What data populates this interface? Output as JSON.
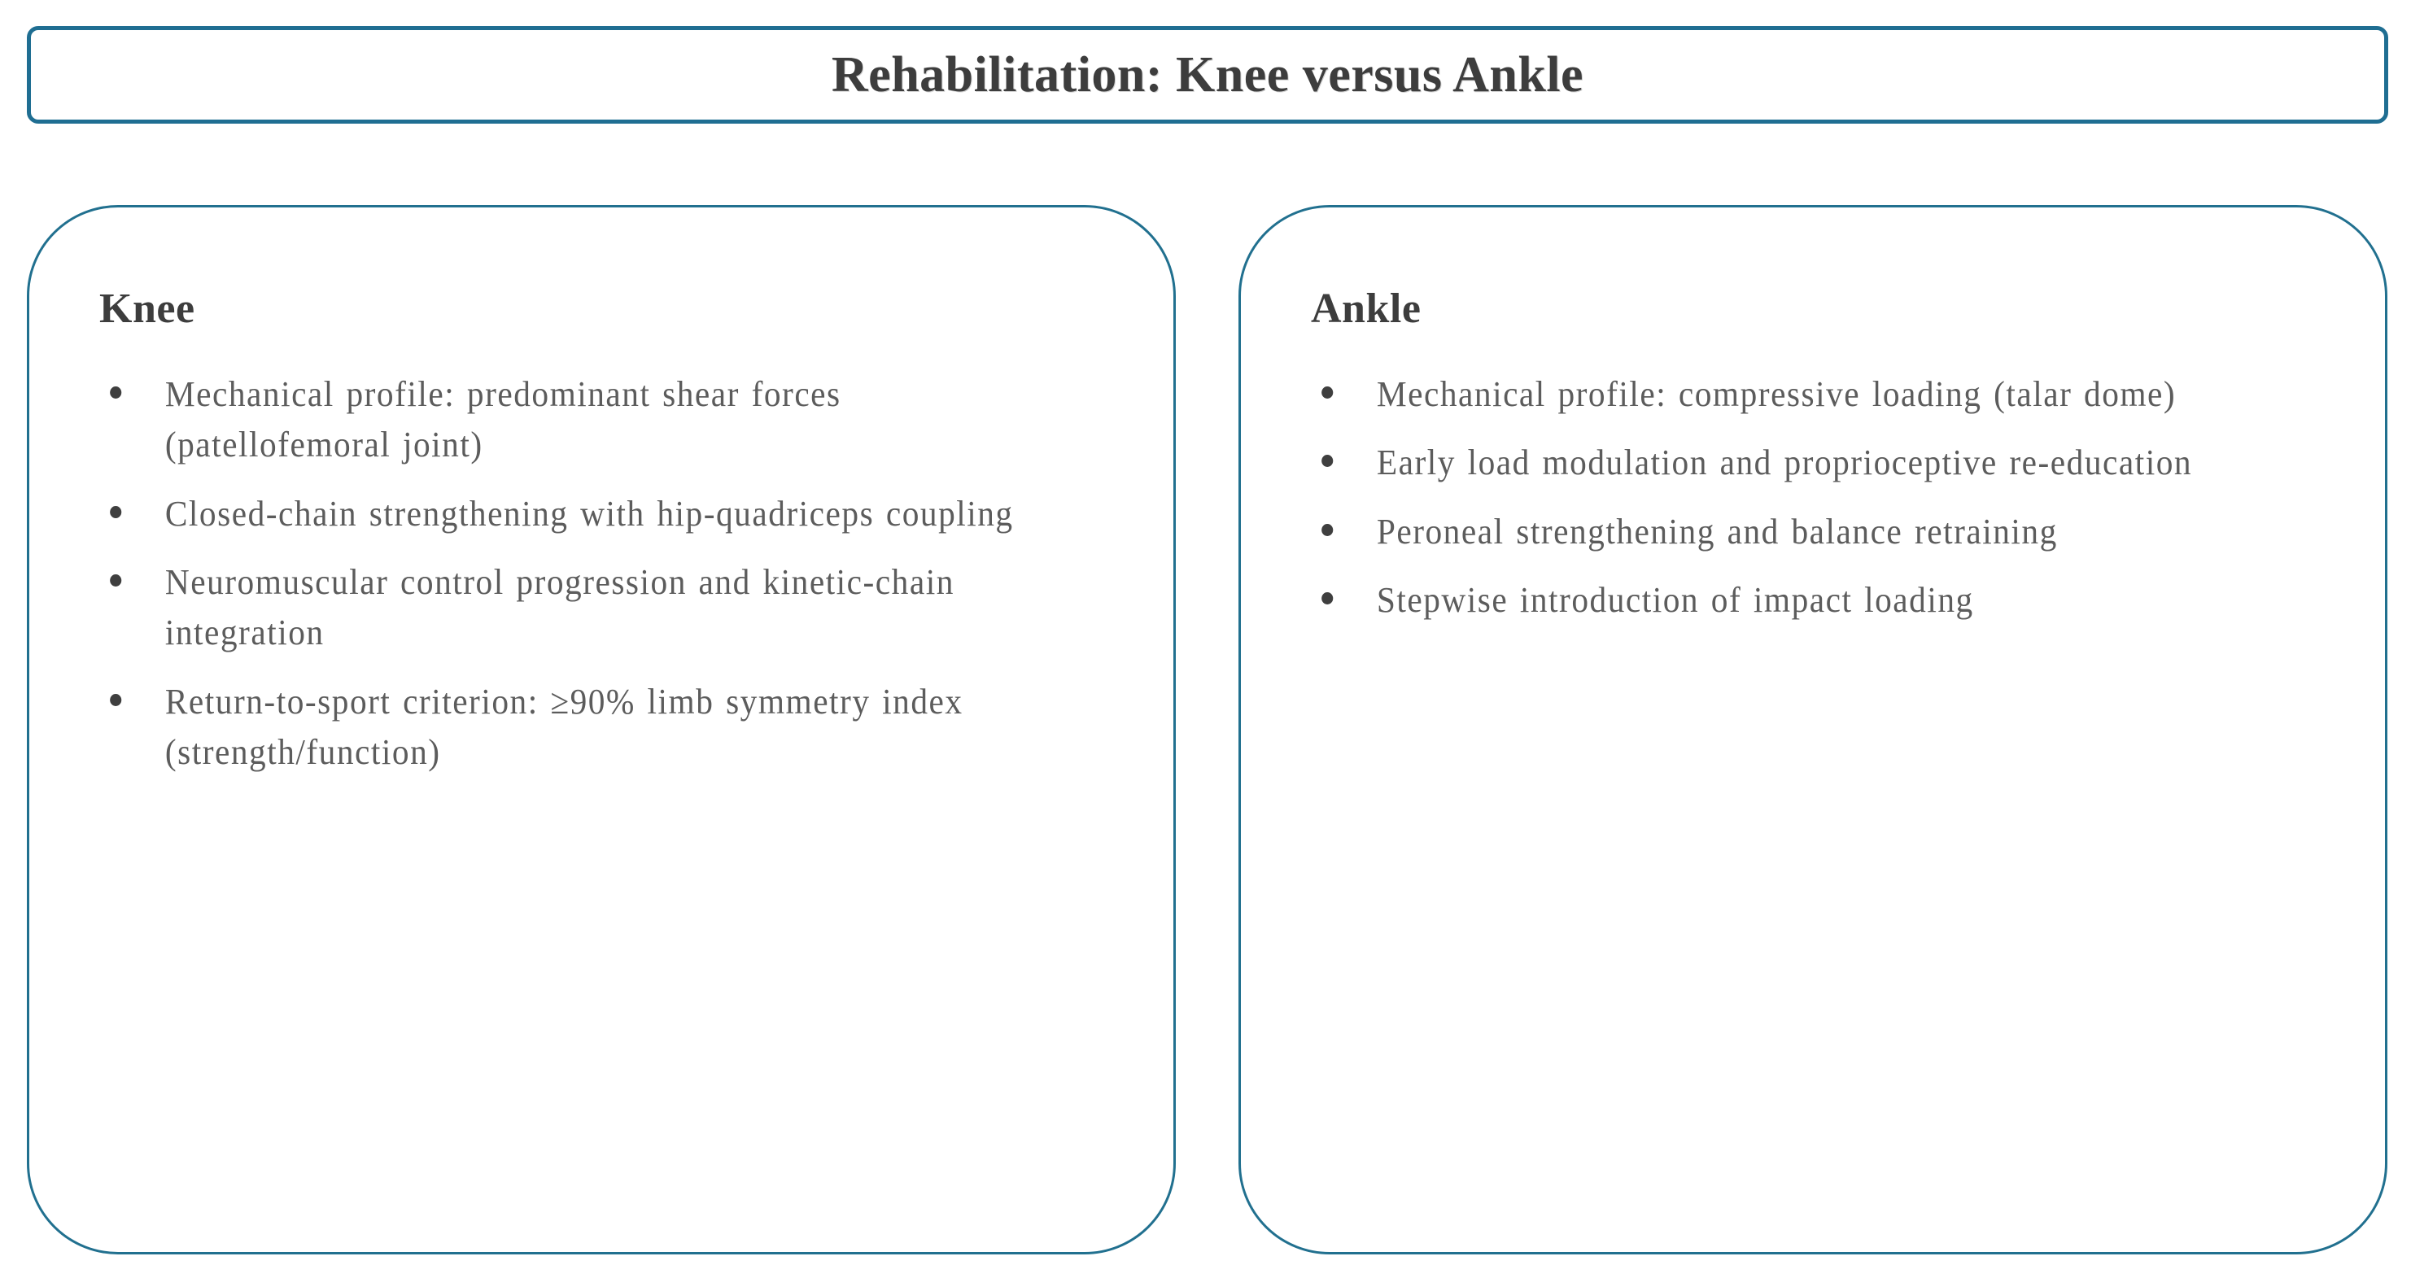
{
  "slide": {
    "background_color": "#ffffff",
    "accent_color": "#1f6e92",
    "card_border_color": "#21708f",
    "heading_color": "#3d3d3d",
    "body_color": "#5c5c5c"
  },
  "title": {
    "text": "Rehabilitation: Knee versus Ankle"
  },
  "cards": [
    {
      "id": "knee",
      "heading": "Knee",
      "bullets": [
        "Mechanical profile: predominant shear forces (patellofemoral joint)",
        "Closed-chain strengthening with hip-quadriceps coupling",
        "Neuromuscular control progression and kinetic-chain integration",
        "Return-to-sport criterion: ≥90% limb symmetry index (strength/function)"
      ]
    },
    {
      "id": "ankle",
      "heading": "Ankle",
      "bullets": [
        "Mechanical profile: compressive loading (talar dome)",
        "Early load modulation and proprioceptive re-education",
        "Peroneal strengthening and balance retraining",
        "Stepwise introduction of impact loading"
      ]
    }
  ]
}
